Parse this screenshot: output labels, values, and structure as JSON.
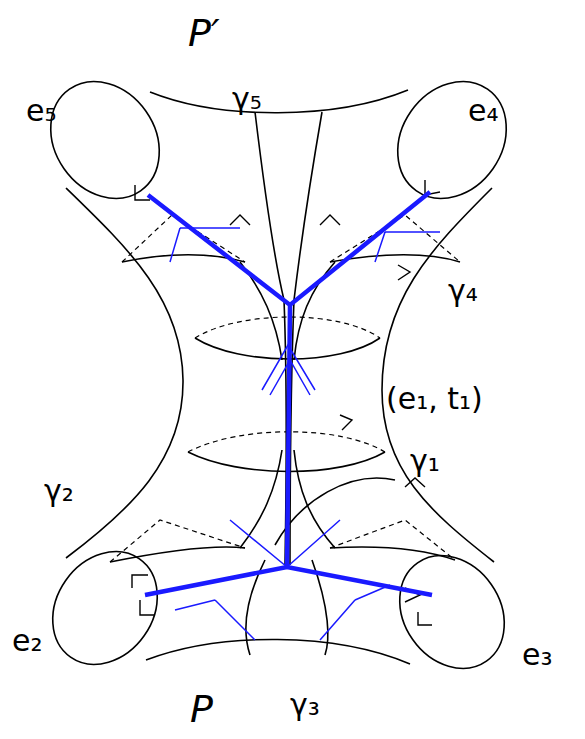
{
  "diagram": {
    "labels": [
      "P′",
      "e₅",
      "γ₅",
      "e₄",
      "γ₄",
      "(e₁, t₁)",
      "γ₁",
      "γ₂",
      "e₂",
      "e₃",
      "γ₃",
      "P"
    ]
  }
}
